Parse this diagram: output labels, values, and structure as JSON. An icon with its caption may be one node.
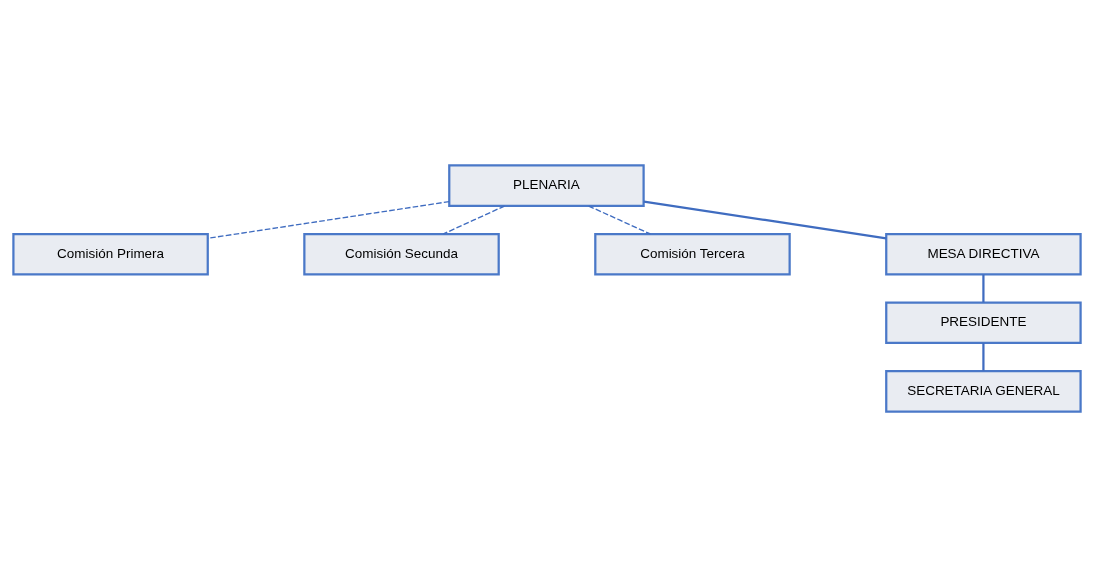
{
  "diagram": {
    "nodes": [
      {
        "text": [
          "PLENARIA"
        ]
      },
      {
        "text": [
          "Comisión Primera"
        ]
      },
      {
        "text": [
          "Comisión Secunda"
        ]
      },
      {
        "text": [
          "Comisión Tercera"
        ]
      },
      {
        "text": [
          "MESA DIRECTIVA"
        ]
      },
      {
        "text": [
          "PRESIDENTE"
        ]
      },
      {
        "text": [
          "SECRETARIA GENERAL"
        ]
      }
    ],
    "edges": [
      {
        "from": 0,
        "to": 4,
        "arrow": "none"
      },
      {
        "from": 1,
        "to": 0,
        "arrow": "none",
        "style": "dashed"
      },
      {
        "from": 2,
        "to": 0,
        "arrow": "none",
        "style": "dashed"
      },
      {
        "from": 3,
        "to": 0,
        "arrow": "none",
        "style": "dashed"
      },
      {
        "from": 4,
        "to": 5,
        "arrow": "none"
      },
      {
        "from": 5,
        "to": 6,
        "arrow": "none"
      }
    ]
  }
}
